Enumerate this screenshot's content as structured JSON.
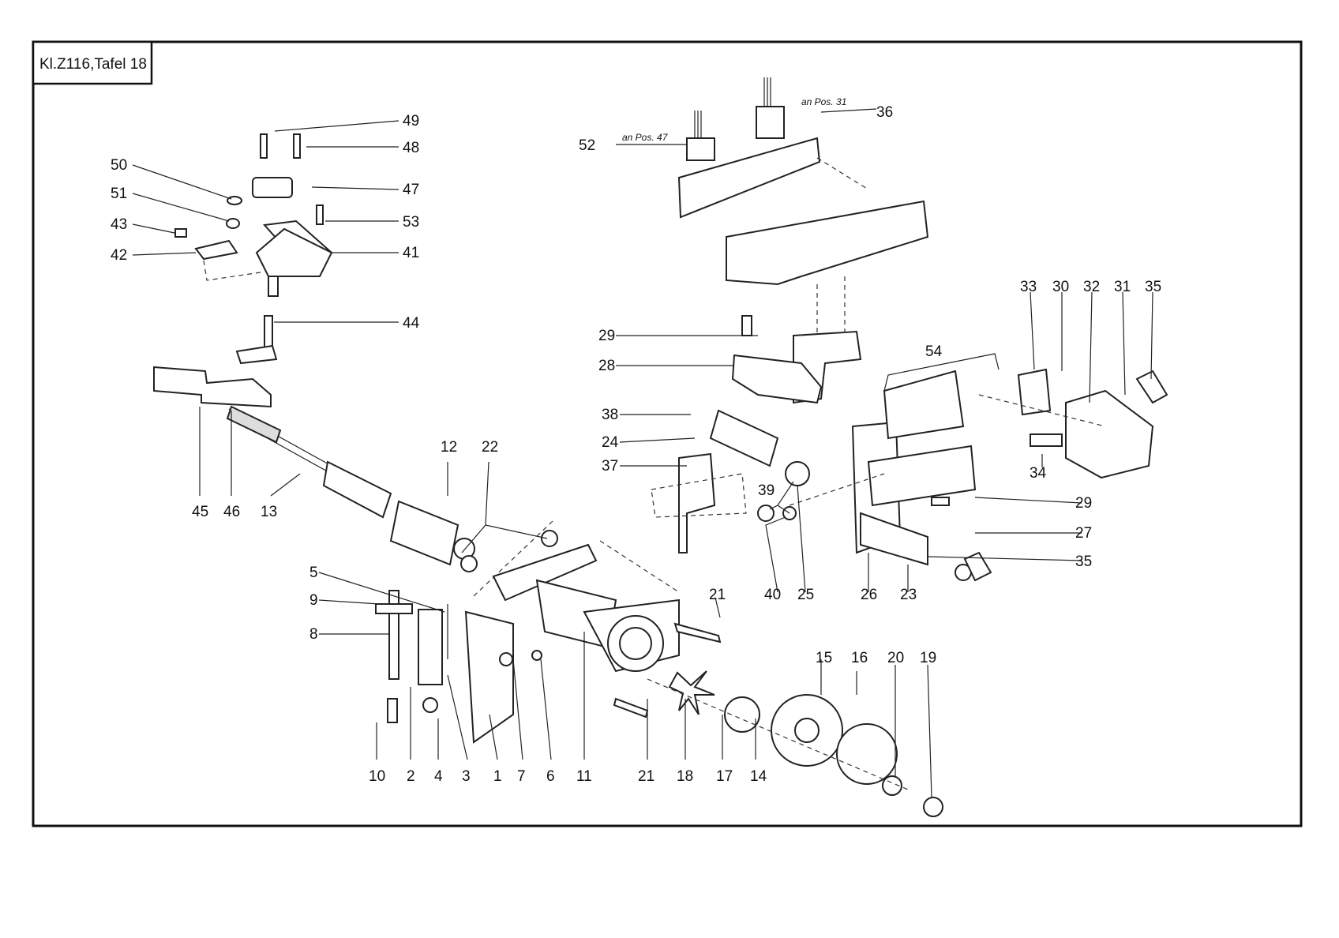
{
  "plate": {
    "title": "Kl.Z116,Tafel 18"
  },
  "notes": {
    "n36": "an Pos. 31",
    "n52": "an Pos. 47"
  },
  "callouts": [
    "1",
    "2",
    "3",
    "4",
    "5",
    "6",
    "7",
    "8",
    "9",
    "10",
    "11",
    "12",
    "13",
    "14",
    "15",
    "16",
    "17",
    "18",
    "19",
    "20",
    "21",
    "22",
    "23",
    "24",
    "25",
    "26",
    "27",
    "28",
    "29",
    "30",
    "31",
    "32",
    "33",
    "34",
    "35",
    "36",
    "37",
    "38",
    "39",
    "40",
    "41",
    "42",
    "43",
    "44",
    "45",
    "46",
    "47",
    "48",
    "49",
    "50",
    "51",
    "52",
    "53",
    "54"
  ]
}
